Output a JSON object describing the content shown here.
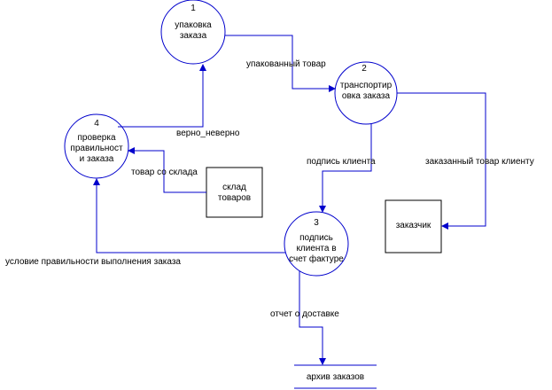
{
  "processes": [
    {
      "number": "1",
      "label": "упаковка\nзаказа"
    },
    {
      "number": "2",
      "label": "транспортир\nовка заказа"
    },
    {
      "number": "3",
      "label": "подпись\nклиента в\nсчет фактуре"
    },
    {
      "number": "4",
      "label": "проверка\nправильност\nи заказа"
    }
  ],
  "entities": {
    "warehouse": "склад\nтоваров",
    "customer": "заказчик"
  },
  "datastore": {
    "archive": "архив заказов"
  },
  "flows": {
    "packed_goods": "упакованный товар",
    "correct_incorrect": "верно_неверно",
    "goods_from_warehouse": "товар со склада",
    "client_signature": "подпись клиента",
    "ordered_goods_to_client": "заказанный товар клиенту",
    "order_correctness_condition": "условие правильности выполнения заказа",
    "delivery_report": "отчет о доставке"
  },
  "colors": {
    "flow_line": "#0000cc",
    "shape_border": "#0000cc",
    "text": "#000000"
  }
}
